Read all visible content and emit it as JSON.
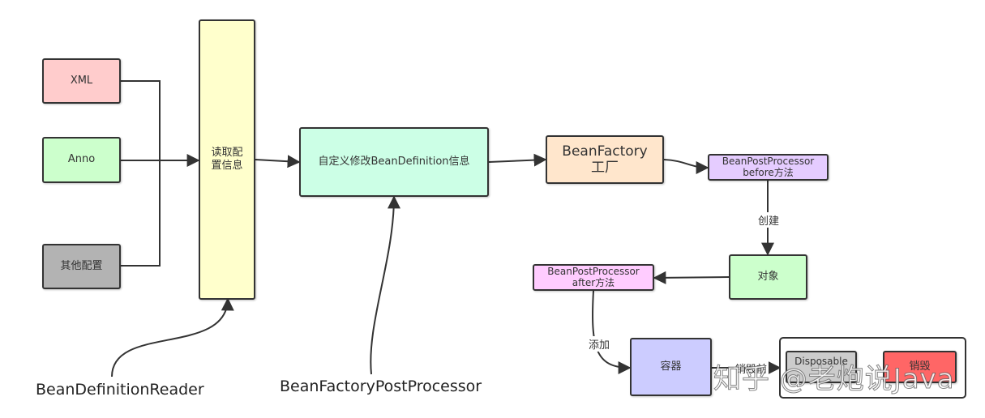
{
  "nodes": {
    "xml": "XML",
    "anno": "Anno",
    "other": "其他配置",
    "reader_box": "读取配\n置信息",
    "modify": "自定义修改BeanDefinition信息",
    "factory_line1": "BeanFactory",
    "factory_line2": "工厂",
    "bpp_before_line1": "BeanPostProcessor",
    "bpp_before_line2": "before方法",
    "object": "对象",
    "bpp_after_line1": "BeanPostProcessor",
    "bpp_after_line2": "after方法",
    "container": "容器",
    "disposable": "Disposable",
    "destroy": "销毁"
  },
  "edge_labels": {
    "create": "创建",
    "add": "添加",
    "destroy_trigger": "销毁前"
  },
  "labels": {
    "bean_definition_reader": "BeanDefinitionReader",
    "bean_factory_post_processor": "BeanFactoryPostProcessor"
  },
  "watermark": "知乎 @老炮说Java",
  "colors": {
    "xml": "#ffcccc",
    "anno": "#ccffcc",
    "other": "#b3b3b3",
    "reader_box": "#ffffcc",
    "modify": "#ccffe6",
    "factory": "#ffe6cc",
    "bpp_before": "#e5ccff",
    "object": "#ccffcc",
    "bpp_after": "#ffccff",
    "container": "#ccccff",
    "disposable": "#cccccc",
    "destroy": "#ff6666"
  }
}
